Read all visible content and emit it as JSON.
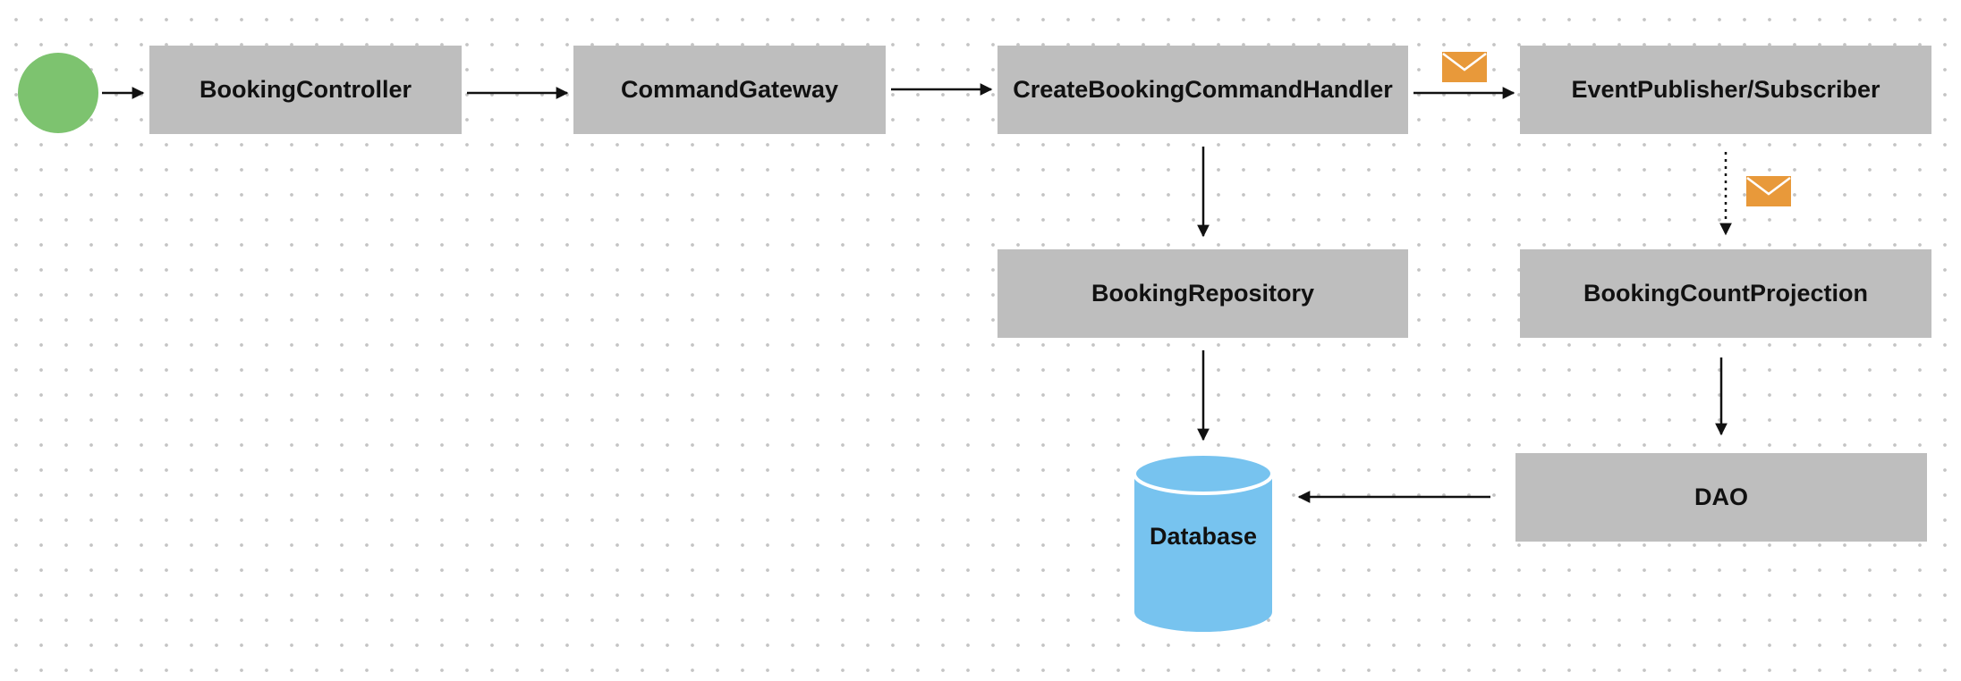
{
  "nodes": {
    "booking_controller": "BookingController",
    "command_gateway": "CommandGateway",
    "create_booking_handler": "CreateBookingCommandHandler",
    "event_pubsub": "EventPublisher/Subscriber",
    "booking_repository": "BookingRepository",
    "booking_count_projection": "BookingCountProjection",
    "dao": "DAO",
    "database": "Database"
  },
  "icons": {
    "start": "start-node-icon",
    "message": "envelope-icon"
  },
  "colors": {
    "node_fill": "#bebebe",
    "start_fill": "#7dc36f",
    "database_fill": "#77c3ef",
    "envelope_fill": "#e8993a",
    "grid_dot": "#c4c4c4"
  }
}
